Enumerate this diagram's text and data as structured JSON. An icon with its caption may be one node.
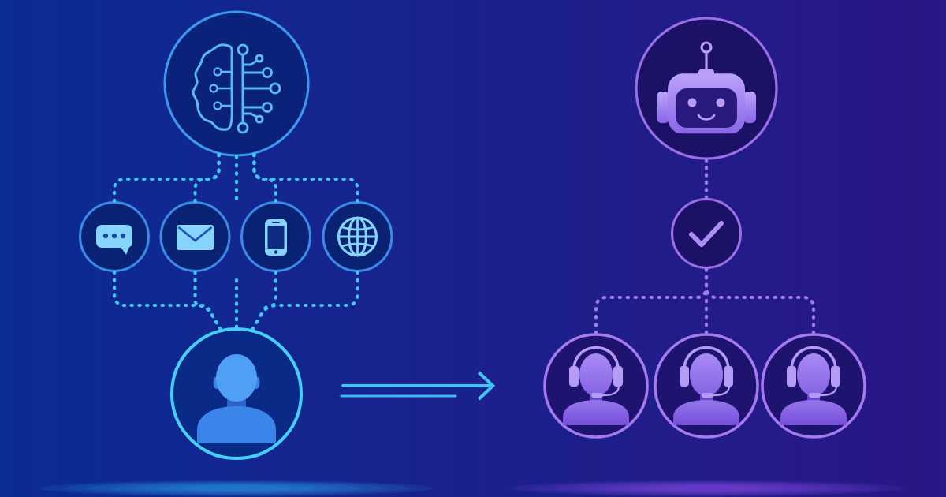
{
  "diagram": {
    "nodes": [
      {
        "text": [],
        "shape": "circle"
      },
      {
        "text": [],
        "shape": "circle"
      },
      {
        "text": [],
        "shape": "circle"
      },
      {
        "text": [],
        "shape": "circle"
      },
      {
        "text": [],
        "shape": "circle"
      },
      {
        "text": [],
        "shape": "circle"
      },
      {
        "text": [],
        "shape": "circle"
      },
      {
        "text": [],
        "shape": "circle"
      },
      {
        "text": [],
        "shape": "circle"
      },
      {
        "text": [],
        "shape": "circle"
      },
      {
        "text": [],
        "shape": "circle"
      }
    ],
    "edges": [
      {
        "from": 0,
        "to": 1,
        "arrow": "none",
        "style": "dashed"
      },
      {
        "from": 0,
        "to": 2,
        "arrow": "none",
        "style": "dashed"
      },
      {
        "from": 0,
        "to": 3,
        "arrow": "none",
        "style": "dashed"
      },
      {
        "from": 0,
        "to": 4,
        "arrow": "none",
        "style": "dashed"
      },
      {
        "from": 0,
        "to": null,
        "arrow": "none",
        "style": "dashed"
      },
      {
        "from": 1,
        "to": 5,
        "arrow": "none",
        "style": "dashed"
      },
      {
        "from": 2,
        "to": 5,
        "arrow": "none",
        "style": "dashed"
      },
      {
        "from": 3,
        "to": 5,
        "arrow": "none",
        "style": "dashed"
      },
      {
        "from": 4,
        "to": 5,
        "arrow": "none",
        "style": "dashed"
      },
      {
        "from": null,
        "to": 5,
        "arrow": "none",
        "style": "dashed"
      },
      {
        "from": 6,
        "to": 7,
        "arrow": "none",
        "style": "dashed",
        "color": "#a07cf0"
      },
      {
        "from": 7,
        "to": 8,
        "arrow": "none",
        "style": "dashed",
        "color": "#a07cf0"
      },
      {
        "from": 7,
        "to": 9,
        "arrow": "none",
        "style": "dashed",
        "color": "#a07cf0"
      },
      {
        "from": 7,
        "to": 10,
        "arrow": "none",
        "style": "dashed",
        "color": "#a07cf0"
      },
      {
        "from": 5,
        "to": 8,
        "arrow": "to"
      }
    ]
  }
}
